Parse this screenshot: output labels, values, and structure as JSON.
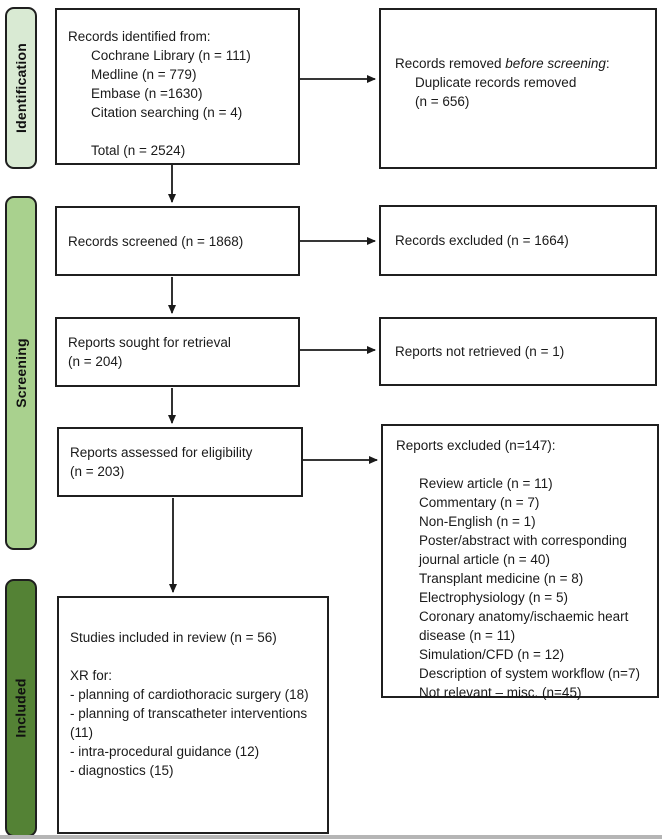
{
  "diagram_type": "prisma-flow-diagram",
  "palette": {
    "identification_fill": "#d9ead3",
    "screening_fill": "#a9d18e",
    "included_fill": "#548235",
    "box_border": "#1f1f1f",
    "text": "#1a1a1a",
    "bottom_strip": "#b5b5b5"
  },
  "icons": {
    "flow_arrow": "black line with solid triangular arrowhead"
  },
  "stages": {
    "identification": "Identification",
    "screening": "Screening",
    "included": "Included"
  },
  "boxes": {
    "identified": {
      "title": "Records identified from:",
      "items": [
        "Cochrane Library (n = 111)",
        "Medline (n = 779)",
        "Embase (n =1630)",
        "Citation searching (n = 4)"
      ],
      "total": "Total (n = 2524)"
    },
    "removed": {
      "prefix": "Records removed ",
      "italic": "before screening",
      "suffix": ":",
      "items": [
        "Duplicate records removed",
        "(n = 656)"
      ]
    },
    "screened": {
      "label": "Records screened (n = 1868)"
    },
    "records_excluded": {
      "label": "Records excluded (n = 1664)"
    },
    "sought": {
      "line1": "Reports sought for retrieval",
      "line2": "(n = 204)"
    },
    "not_retrieved": {
      "label": "Reports not retrieved (n = 1)"
    },
    "assessed": {
      "line1": "Reports assessed for eligibility",
      "line2": "(n = 203)"
    },
    "reports_excluded": {
      "title": "Reports excluded (n=147):",
      "items": [
        "Review article (n = 11)",
        "Commentary (n = 7)",
        "Non-English (n = 1)",
        "Poster/abstract with corresponding journal article (n = 40)",
        "Transplant medicine (n = 8)",
        "Electrophysiology (n = 5)",
        "Coronary anatomy/ischaemic heart disease (n = 11)",
        "Simulation/CFD (n = 12)",
        "Description of system workflow (n=7)",
        "Not relevant – misc. (n=45)"
      ]
    },
    "included_studies": {
      "line1": "Studies included in review (n = 56)",
      "line2": "XR for:",
      "items": [
        "- planning of cardiothoracic surgery (18)",
        "- planning of transcatheter interventions (11)",
        "- intra-procedural guidance (12)",
        "- diagnostics (15)"
      ]
    }
  }
}
